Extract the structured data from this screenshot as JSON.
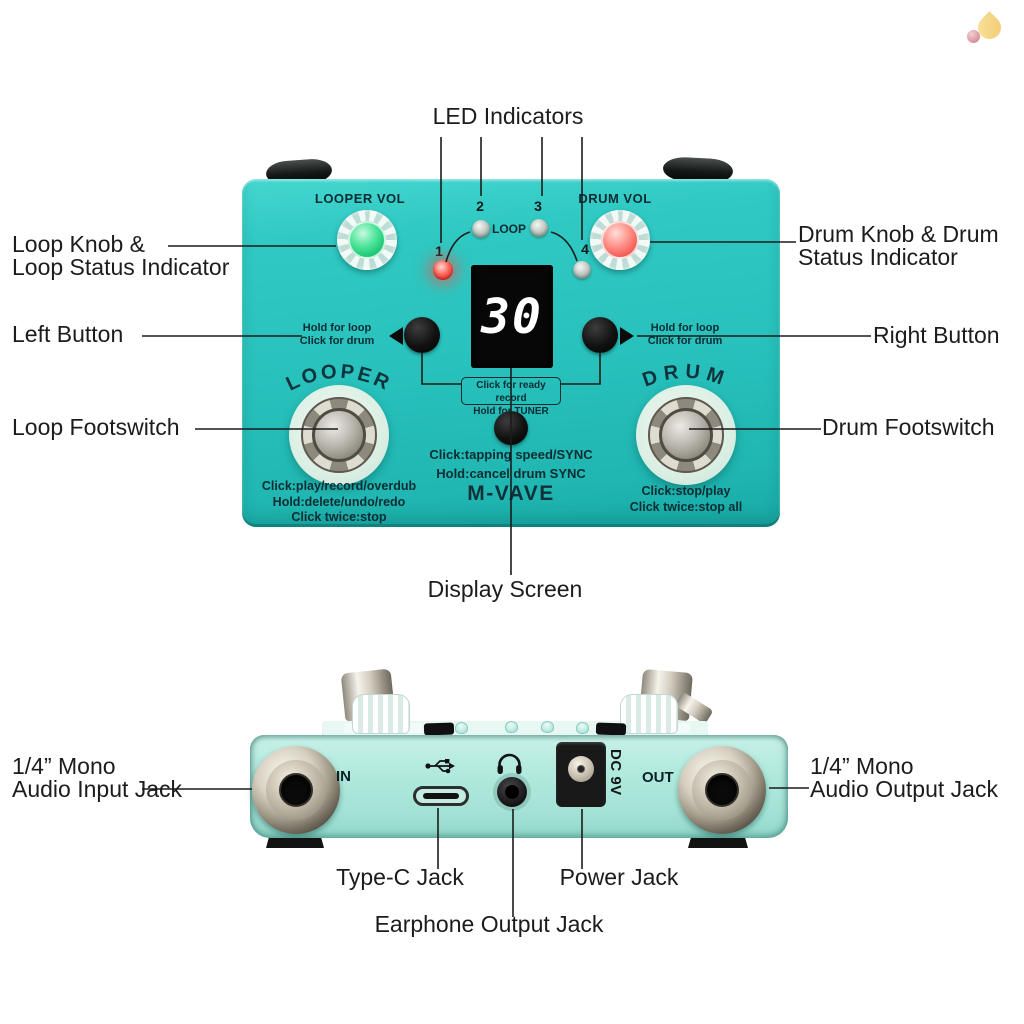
{
  "labels": {
    "led_indicators": "LED Indicators",
    "loop_knob": [
      "Loop Knob &",
      "Loop Status Indicator"
    ],
    "drum_knob": [
      "Drum Knob & Drum",
      "Status Indicator"
    ],
    "left_button": "Left Button",
    "right_button": "Right Button",
    "loop_footswitch": "Loop Footswitch",
    "drum_footswitch": "Drum Footswitch",
    "display_screen": "Display Screen",
    "input_jack": [
      "1/4” Mono",
      "Audio Input Jack"
    ],
    "output_jack": [
      "1/4” Mono",
      "Audio Output Jack"
    ],
    "type_c_jack": "Type-C Jack",
    "power_jack": "Power Jack",
    "earphone_jack": "Earphone Output Jack"
  },
  "pedal_top": {
    "looper_vol": "LOOPER VOL",
    "drum_vol": "DRUM VOL",
    "led_numbers": [
      "1",
      "2",
      "3",
      "4"
    ],
    "loop_row_label": "LOOP",
    "display_value": "30",
    "left_button_hint": [
      "Hold for loop",
      "Click for drum"
    ],
    "right_button_hint": [
      "Hold for loop",
      "Click for drum"
    ],
    "center_button_hint": [
      "Click for ready record",
      "Hold for TUNER"
    ],
    "looper_arc": "LOOPER",
    "drum_arc": "DRUM",
    "tap_hint": [
      "Click:tapping speed/SYNC",
      "Hold:cancel drum SYNC"
    ],
    "brand": "M-VAVE",
    "looper_switch_hint": [
      "Click:play/record/overdub",
      "Hold:delete/undo/redo",
      "Click twice:stop"
    ],
    "drum_switch_hint": [
      "Click:stop/play",
      "Click twice:stop all"
    ]
  },
  "pedal_rear": {
    "in_label": "IN",
    "out_label": "OUT",
    "dc_label": "DC 9V"
  },
  "colors": {
    "body_teal": "#28c1bc",
    "rear_mint": "#ace7db",
    "knob_green": "#2fd589",
    "knob_red": "#f3615b",
    "led_red": "#ff5149",
    "led_gray": "#aab5ae",
    "display_bg": "#070707",
    "display_digits": "#ffffff",
    "label_text": "#1c1c1c",
    "panel_text": "#0d2b33"
  }
}
